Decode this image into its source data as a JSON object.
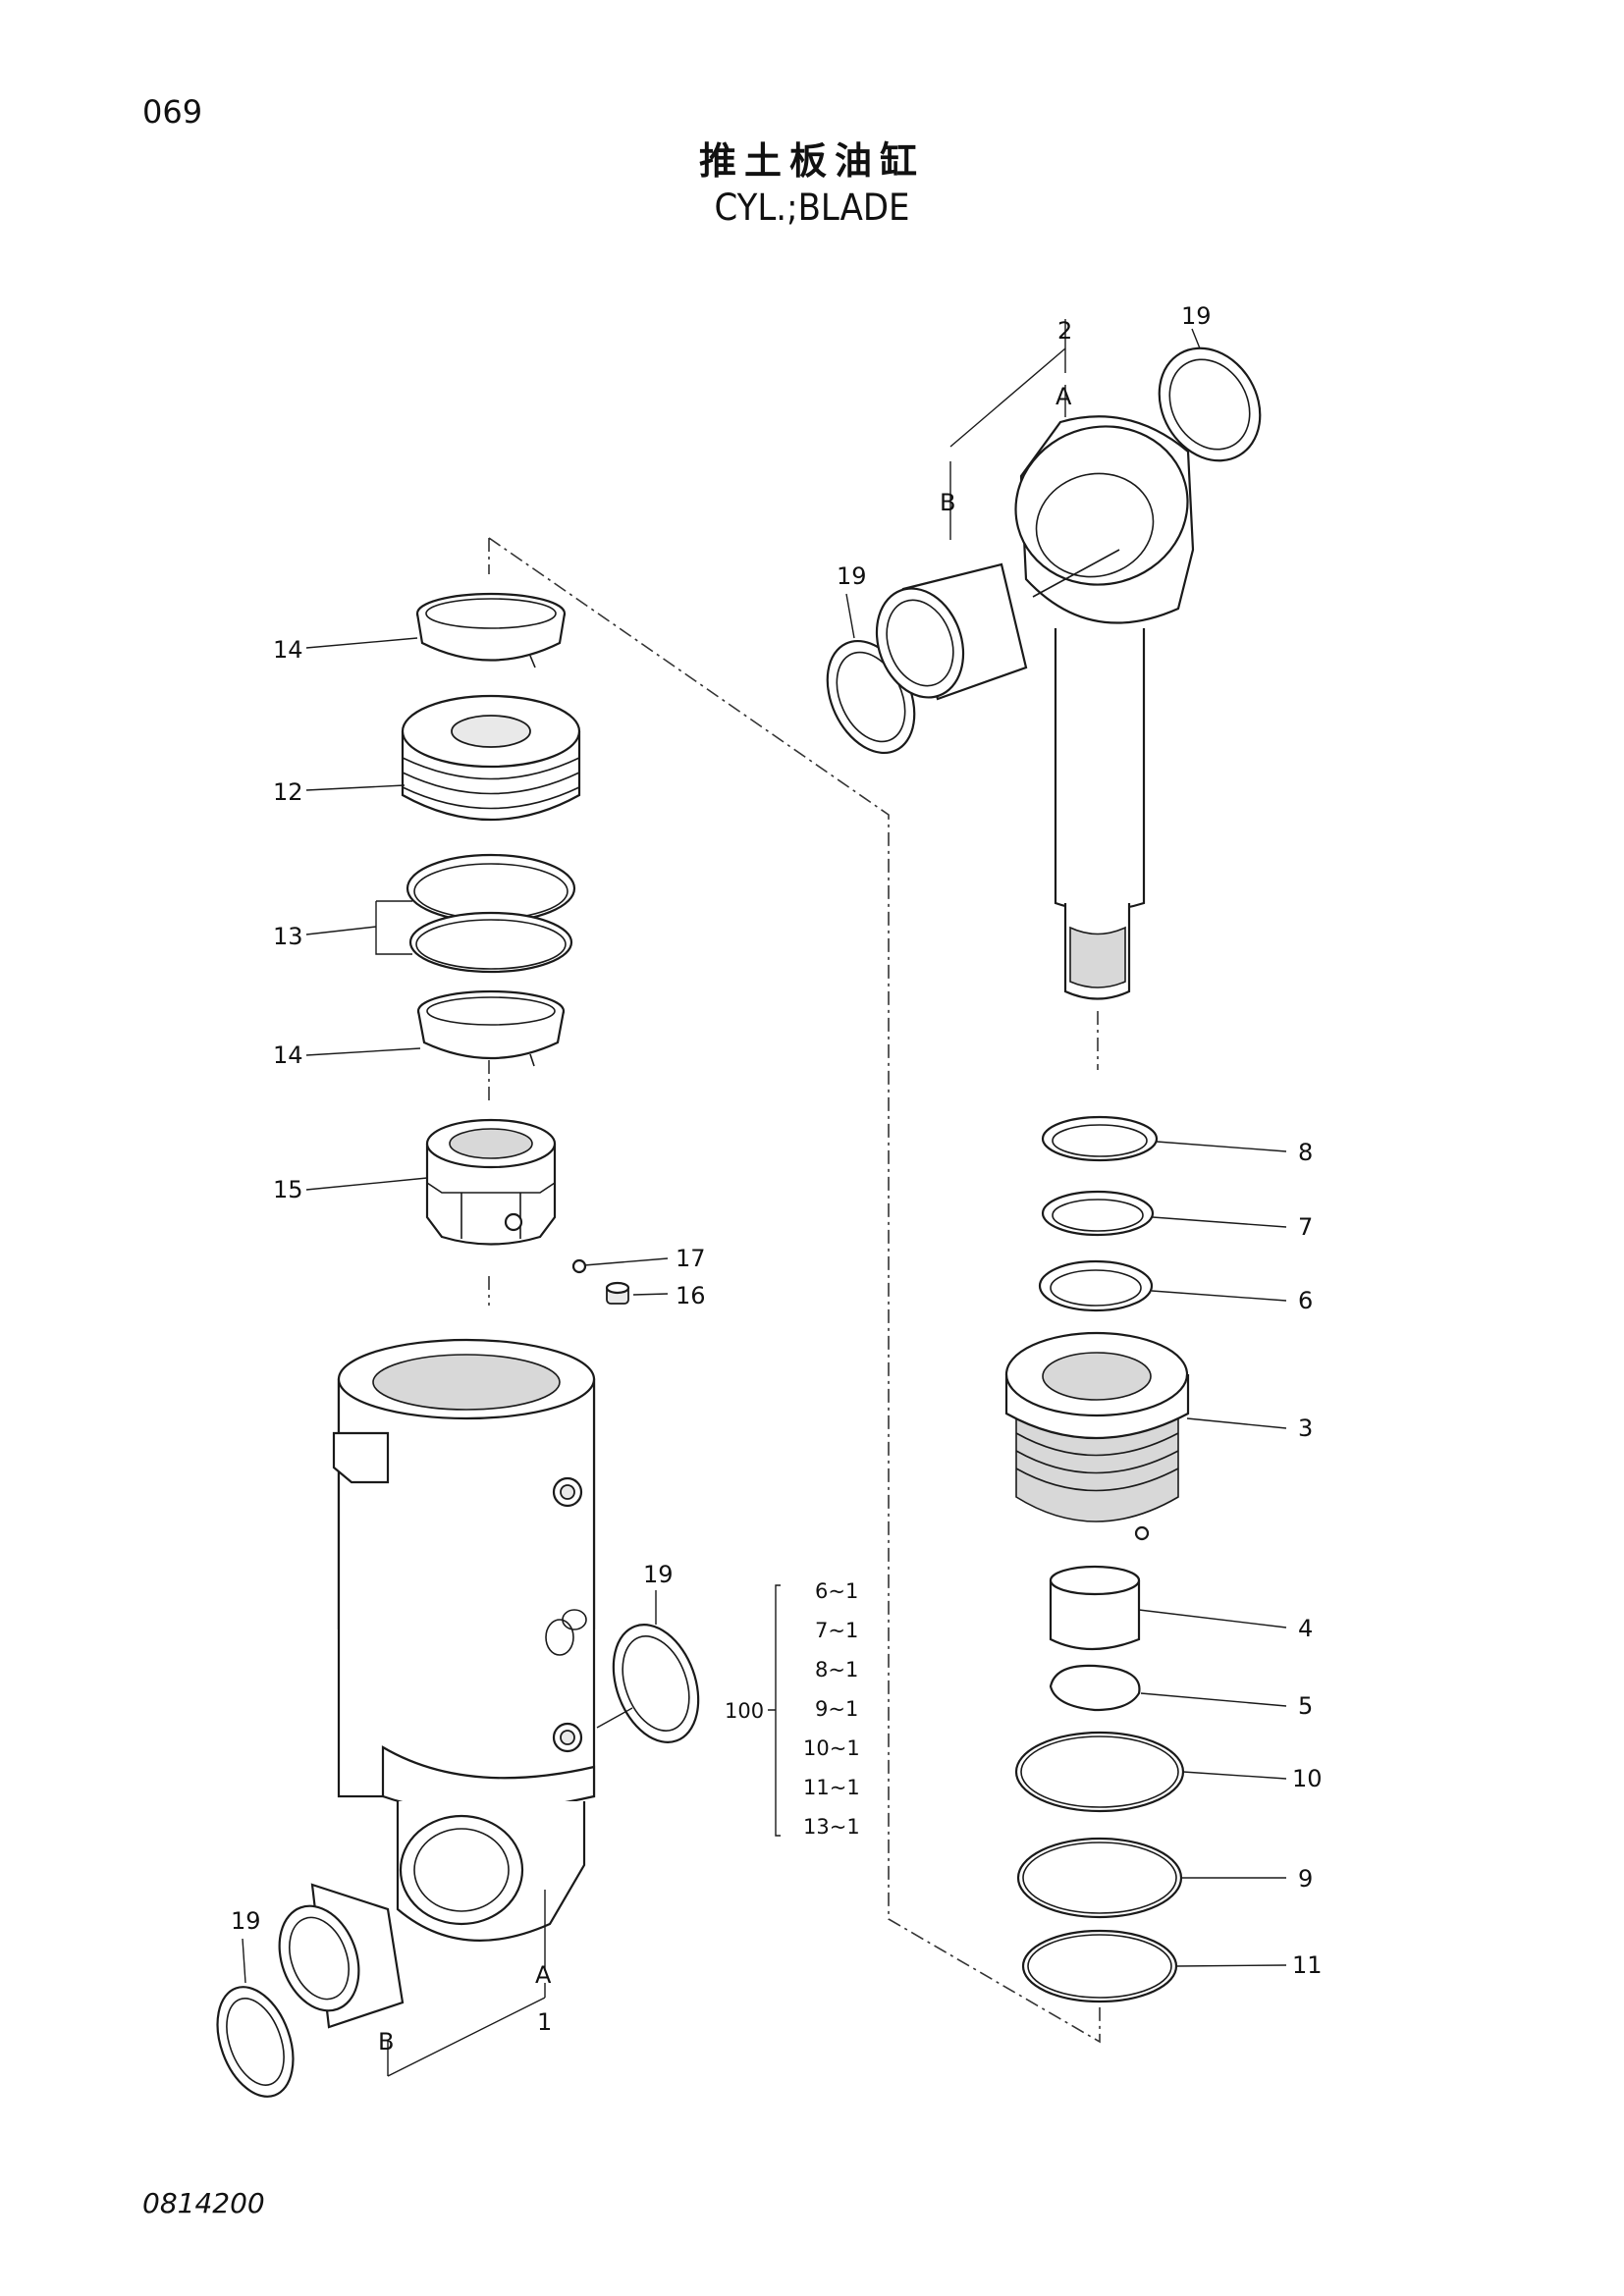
{
  "page_number": "069",
  "title_cn": "推土板油缸",
  "title_en": "CYL.;BLADE",
  "footer_code": "0814200",
  "labels": {
    "p1": "1",
    "p2": "2",
    "p3": "3",
    "p4": "4",
    "p5": "5",
    "p6": "6",
    "p7": "7",
    "p8": "8",
    "p9": "9",
    "p10": "10",
    "p11": "11",
    "p12": "12",
    "p13": "13",
    "p14a": "14",
    "p14b": "14",
    "p15": "15",
    "p16": "16",
    "p17": "17",
    "p19a": "19",
    "p19b": "19",
    "p19c": "19",
    "p19d": "19",
    "rod_a": "A",
    "rod_b": "B",
    "tube_a": "A",
    "tube_b": "B"
  },
  "kit": {
    "number": "100",
    "items": [
      "6~1",
      "7~1",
      "8~1",
      "9~1",
      "10~1",
      "11~1",
      "13~1"
    ]
  }
}
